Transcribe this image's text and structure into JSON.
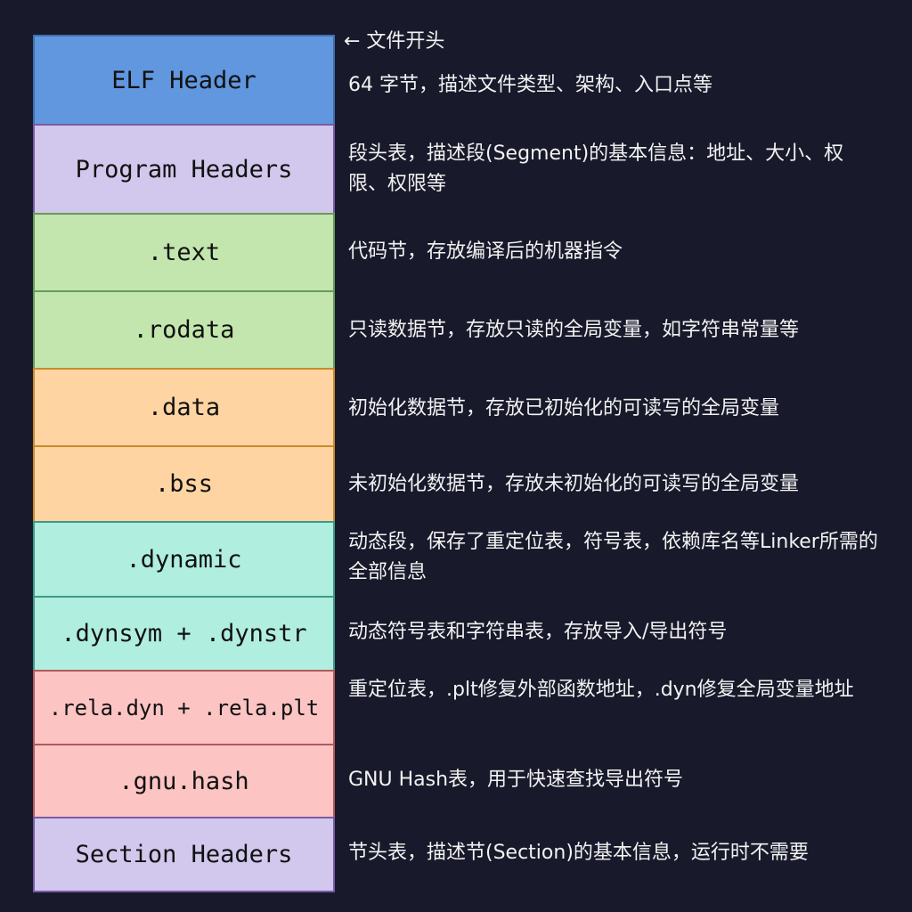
{
  "start_label": "← 文件开头",
  "sections": [
    {
      "name": "ELF Header",
      "description": "64 字节，描述文件类型、架构、入口点等",
      "fill": "#6097df",
      "border": "#3f6fb0"
    },
    {
      "name": "Program Headers",
      "description": "段头表，描述段(Segment)的基本信息：地址、大小、权限、权限等",
      "fill": "#d2c7ec",
      "border": "#7a5aa6"
    },
    {
      "name": ".text",
      "description": "代码节，存放编译后的机器指令",
      "fill": "#c2e6ae",
      "border": "#6a9a5a"
    },
    {
      "name": ".rodata",
      "description": "只读数据节，存放只读的全局变量，如字符串常量等",
      "fill": "#c2e6ae",
      "border": "#6a9a5a"
    },
    {
      "name": ".data",
      "description": "初始化数据节，存放已初始化的可读写的全局变量",
      "fill": "#fdd4a2",
      "border": "#c98a2a"
    },
    {
      "name": ".bss",
      "description": "未初始化数据节，存放未初始化的可读写的全局变量",
      "fill": "#fdd4a2",
      "border": "#c98a2a"
    },
    {
      "name": ".dynamic",
      "description": "动态段，保存了重定位表，符号表，依赖库名等Linker所需的全部信息",
      "fill": "#b0eee0",
      "border": "#3f9a8a"
    },
    {
      "name": ".dynsym + .dynstr",
      "description": "动态符号表和字符串表，存放导入/导出符号",
      "fill": "#b0eee0",
      "border": "#3f9a8a"
    },
    {
      "name": ".rela.dyn + .rela.plt",
      "description": "重定位表，.plt修复外部函数地址，.dyn修复全局变量地址",
      "fill": "#fdc4c4",
      "border": "#b05a5a"
    },
    {
      "name": ".gnu.hash",
      "description": "GNU Hash表，用于快速查找导出符号",
      "fill": "#fdc4c4",
      "border": "#b05a5a"
    },
    {
      "name": "Section Headers",
      "description": "节头表，描述节(Section)的基本信息，运行时不需要",
      "fill": "#d2c7ec",
      "border": "#7a5aa6"
    }
  ]
}
